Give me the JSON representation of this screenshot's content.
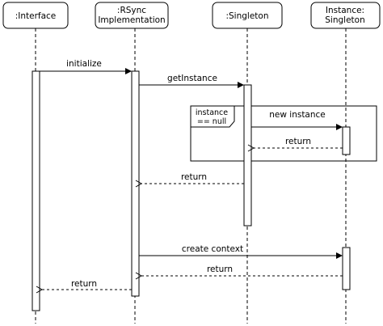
{
  "participants": [
    {
      "id": "interface",
      "lines": [
        ":Interface"
      ]
    },
    {
      "id": "rsync",
      "lines": [
        ":RSync",
        "Implementation"
      ]
    },
    {
      "id": "singleton",
      "lines": [
        ":Singleton"
      ]
    },
    {
      "id": "instance",
      "lines": [
        "Instance:",
        "Singleton"
      ]
    }
  ],
  "messages": [
    {
      "id": "initialize",
      "label": "initialize",
      "from": "interface",
      "to": "rsync",
      "kind": "call"
    },
    {
      "id": "getinstance",
      "label": "getInstance",
      "from": "rsync",
      "to": "singleton",
      "kind": "call"
    },
    {
      "id": "new-instance",
      "label": "new instance",
      "from": "singleton",
      "to": "instance",
      "kind": "call"
    },
    {
      "id": "return-1",
      "label": "return",
      "from": "instance",
      "to": "singleton",
      "kind": "return"
    },
    {
      "id": "return-2",
      "label": "return",
      "from": "singleton",
      "to": "rsync",
      "kind": "return"
    },
    {
      "id": "create-context",
      "label": "create context",
      "from": "rsync",
      "to": "instance",
      "kind": "call"
    },
    {
      "id": "return-3",
      "label": "return",
      "from": "instance",
      "to": "rsync",
      "kind": "return"
    },
    {
      "id": "return-4",
      "label": "return",
      "from": "rsync",
      "to": "interface",
      "kind": "return"
    }
  ],
  "fragment": {
    "guard_lines": [
      "instance",
      "== null"
    ]
  }
}
